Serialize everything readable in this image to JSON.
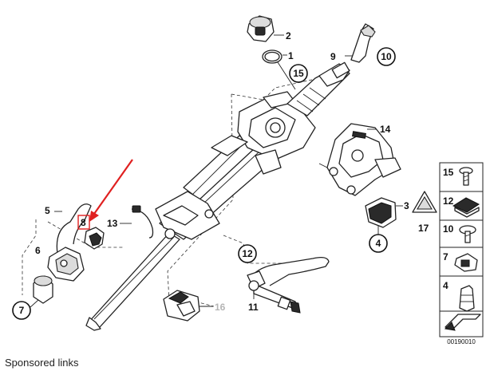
{
  "diagram": {
    "parts": {
      "p1": "1",
      "p2": "2",
      "p3": "3",
      "p4": "4",
      "p5": "5",
      "p6": "6",
      "p7": "7",
      "p8": "8",
      "p9": "9",
      "p10": "10",
      "p11": "11",
      "p12": "12",
      "p13": "13",
      "p14": "14",
      "p15": "15",
      "p16": "16",
      "p17": "17"
    },
    "legend": {
      "items": [
        "15",
        "12",
        "10",
        "7",
        "4"
      ],
      "code": "00190010"
    },
    "colors": {
      "highlight_arrow": "#e02020",
      "highlight_box": "#e02020",
      "grey_label": "#b5b5b5"
    }
  },
  "footer": {
    "sponsored": "Sponsored links"
  }
}
